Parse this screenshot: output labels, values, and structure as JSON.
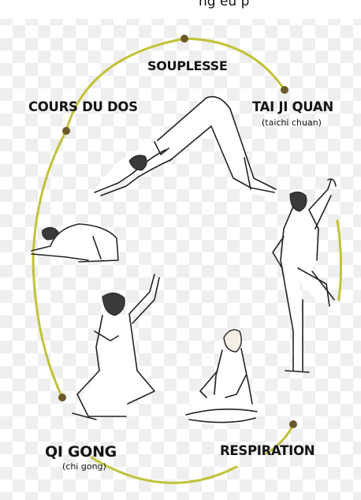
{
  "top_fragment": "ng      eu   p",
  "labels": {
    "top": "SOUPLESSE",
    "top_left": "COURS DU DOS",
    "top_right": "TAI JI QUAN",
    "top_right_sub": "(taichi chuan)",
    "bottom_left": "QI GONG",
    "bottom_left_sub": "(chi gong)",
    "bottom_right": "RESPIRATION"
  },
  "colors": {
    "ring": "#c2c23a",
    "dot": "#6b5a26",
    "text": "#141414"
  }
}
